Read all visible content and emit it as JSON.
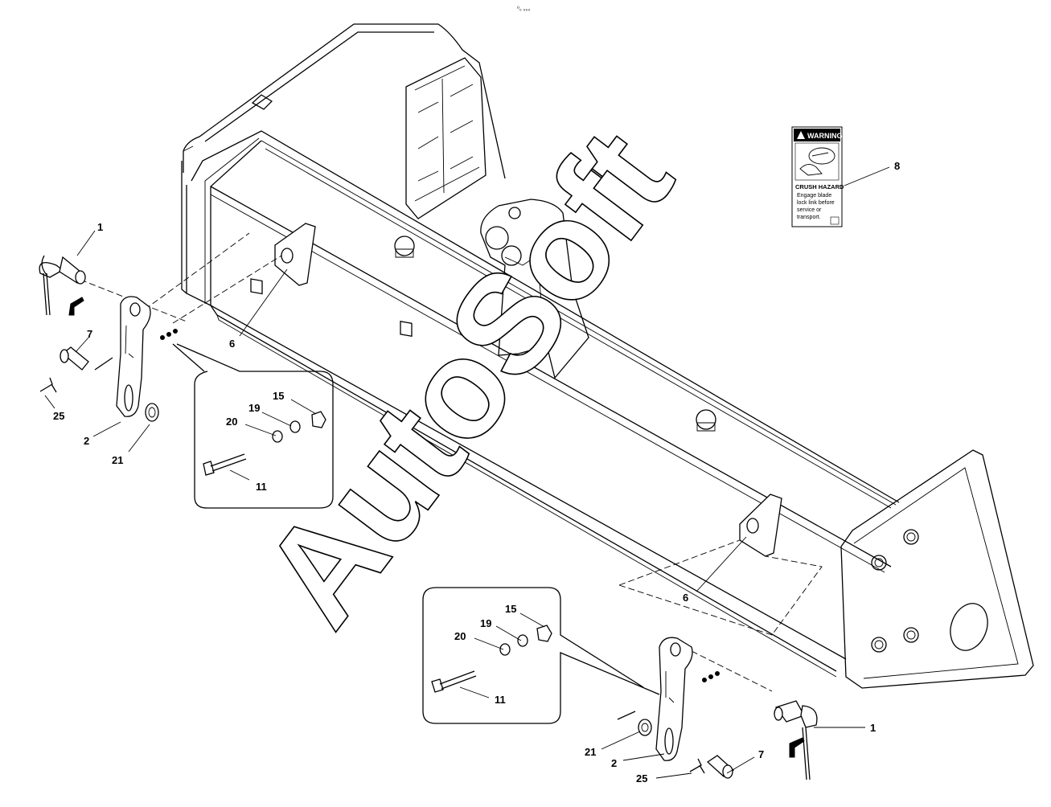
{
  "header_code": "⁰₀ ₀₀₀",
  "watermark": "AutoSoft",
  "decal": {
    "header": "WARNING",
    "title": "CRUSH HAZARD",
    "lines": [
      "Engage blade",
      "lock link before",
      "service or",
      "transport."
    ]
  },
  "callouts": {
    "c1a": "1",
    "c7a": "7",
    "c25a": "25",
    "c2a": "2",
    "c21a": "21",
    "c6a": "6",
    "c15a": "15",
    "c19a": "19",
    "c20a": "20",
    "c11a": "11",
    "c8": "8",
    "c6b": "6",
    "c15b": "15",
    "c19b": "19",
    "c20b": "20",
    "c11b": "11",
    "c1b": "1",
    "c21b": "21",
    "c2b": "2",
    "c7b": "7",
    "c25b": "25"
  }
}
